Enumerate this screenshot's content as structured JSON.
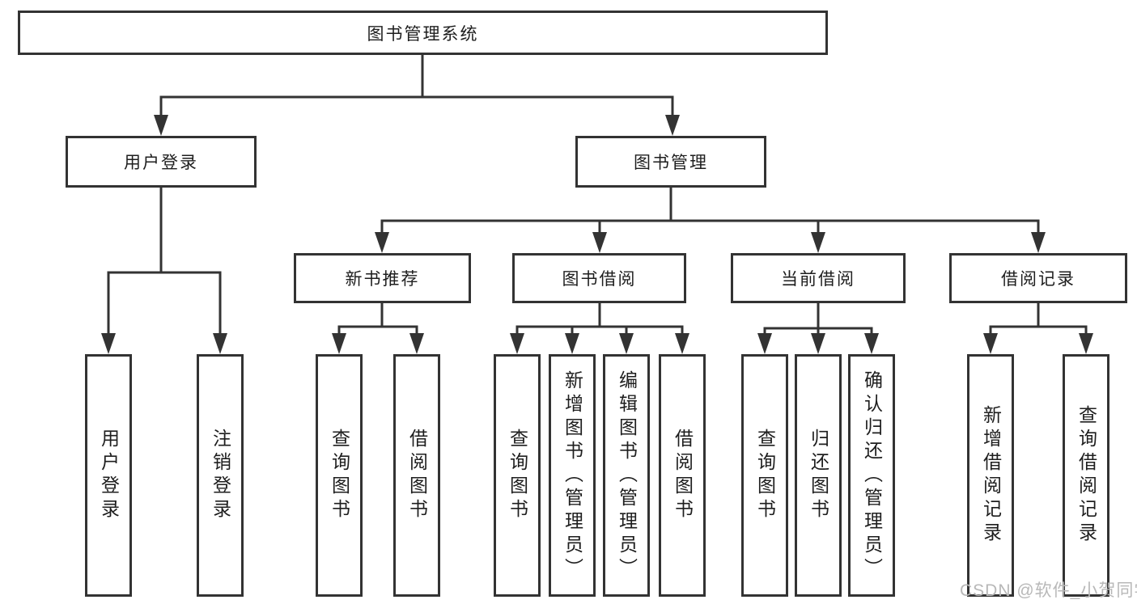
{
  "tree": {
    "root": {
      "label": "图书管理系统",
      "children": [
        {
          "label": "用户登录",
          "children": [
            {
              "label": "用户登录"
            },
            {
              "label": "注销登录"
            }
          ]
        },
        {
          "label": "图书管理",
          "children": [
            {
              "label": "新书推荐",
              "children": [
                {
                  "label": "查询图书"
                },
                {
                  "label": "借阅图书"
                }
              ]
            },
            {
              "label": "图书借阅",
              "children": [
                {
                  "label": "查询图书"
                },
                {
                  "label": "新增图书（管理员）"
                },
                {
                  "label": "编辑图书（管理员）"
                },
                {
                  "label": "借阅图书"
                }
              ]
            },
            {
              "label": "当前借阅",
              "children": [
                {
                  "label": "查询图书"
                },
                {
                  "label": "归还图书"
                },
                {
                  "label": "确认归还（管理员）"
                }
              ]
            },
            {
              "label": "借阅记录",
              "children": [
                {
                  "label": "新增借阅记录"
                },
                {
                  "label": "查询借阅记录"
                }
              ]
            }
          ]
        }
      ]
    }
  },
  "watermark": "CSDN @软件_小贺同学",
  "colors": {
    "line": "#333333",
    "box_border": "#333333",
    "box_fill": "#ffffff",
    "text": "#1e1e1e",
    "watermark": "#b8b8b8"
  }
}
